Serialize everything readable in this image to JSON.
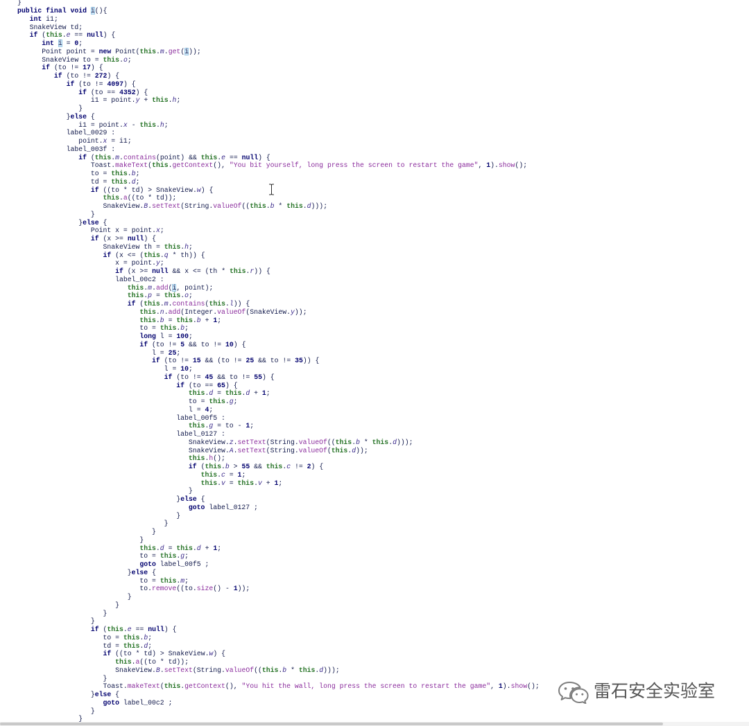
{
  "code": {
    "lines": [
      "}",
      "public final void i(){",
      "   int i1;",
      "   SnakeView td;",
      "   if (this.e == null) {",
      "      int i = 0;",
      "      Point point = new Point(this.m.get(i));",
      "      SnakeView to = this.o;",
      "      if (to != 17) {",
      "         if (to != 272) {",
      "            if (to != 4097) {",
      "               if (to == 4352) {",
      "                  i1 = point.y + this.h;",
      "               }",
      "            }else {",
      "               i1 = point.x - this.h;",
      "            label_0029 :",
      "               point.x = i1;",
      "            label_003f :",
      "               if (this.m.contains(point) && this.e == null) {",
      "                  Toast.makeText(this.getContext(), \"You bit yourself, long press the screen to restart the game\", 1).show();",
      "                  to = this.b;",
      "                  td = this.d;",
      "                  if ((to * td) > SnakeView.w) {",
      "                     this.a((to * td));",
      "                     SnakeView.B.setText(String.valueOf((this.b * this.d)));",
      "                  }",
      "               }else {",
      "                  Point x = point.x;",
      "                  if (x >= null) {",
      "                     SnakeView th = this.h;",
      "                     if (x <= (this.q * th)) {",
      "                        x = point.y;",
      "                        if (x >= null && x <= (th * this.r)) {",
      "                        label_00c2 :",
      "                           this.m.add(i, point);",
      "                           this.p = this.o;",
      "                           if (this.m.contains(this.l)) {",
      "                              this.n.add(Integer.valueOf(SnakeView.y));",
      "                              this.b = this.b + 1;",
      "                              to = this.b;",
      "                              long l = 100;",
      "                              if (to != 5 && to != 10) {",
      "                                 l = 25;",
      "                                 if (to != 15 && (to != 25 && to != 35)) {",
      "                                    l = 10;",
      "                                    if (to != 45 && to != 55) {",
      "                                       if (to == 65) {",
      "                                          this.d = this.d + 1;",
      "                                          to = this.g;",
      "                                          l = 4;",
      "                                       label_00f5 :",
      "                                          this.g = to - 1;",
      "                                       label_0127 :",
      "                                          SnakeView.z.setText(String.valueOf((this.b * this.d)));",
      "                                          SnakeView.A.setText(String.valueOf(this.d));",
      "                                          this.h();",
      "                                          if (this.b > 55 && this.c != 2) {",
      "                                             this.c = 1;",
      "                                             this.v = this.v + 1;",
      "                                          }",
      "                                       }else {",
      "                                          goto label_0127 ;",
      "                                       }",
      "                                    }",
      "                                 }",
      "                              }",
      "                              this.d = this.d + 1;",
      "                              to = this.g;",
      "                              goto label_00f5 ;",
      "                           }else {",
      "                              to = this.m;",
      "                              to.remove((to.size() - 1));",
      "                           }",
      "                        }",
      "                     }",
      "                  }",
      "                  if (this.e == null) {",
      "                     to = this.b;",
      "                     td = this.d;",
      "                     if ((to * td) > SnakeView.w) {",
      "                        this.a((to * td));",
      "                        SnakeView.B.setText(String.valueOf((this.b * this.d)));",
      "                     }",
      "                     Toast.makeText(this.getContext(), \"You hit the wall, long press the screen to restart the game\", 1).show();",
      "                  }else {",
      "                     goto label_00c2 ;",
      "                  }",
      "               }"
    ]
  },
  "watermark": {
    "icon": "wechat-logo-icon",
    "text": "雷石安全实验室"
  },
  "mouse": {
    "icon": "text-cursor-icon"
  },
  "theme": {
    "foreground": "#10184a",
    "keyword": "#00006e",
    "this_keyword": "#267326",
    "number": "#00006e",
    "string": "#8a2b9c",
    "method": "#8a2b9c",
    "field": "#3b2a8c",
    "occurrence_highlight": "#d3e9f8",
    "watermark_text": "#555555",
    "scrollbar_thumb": "#c9c9c9"
  }
}
